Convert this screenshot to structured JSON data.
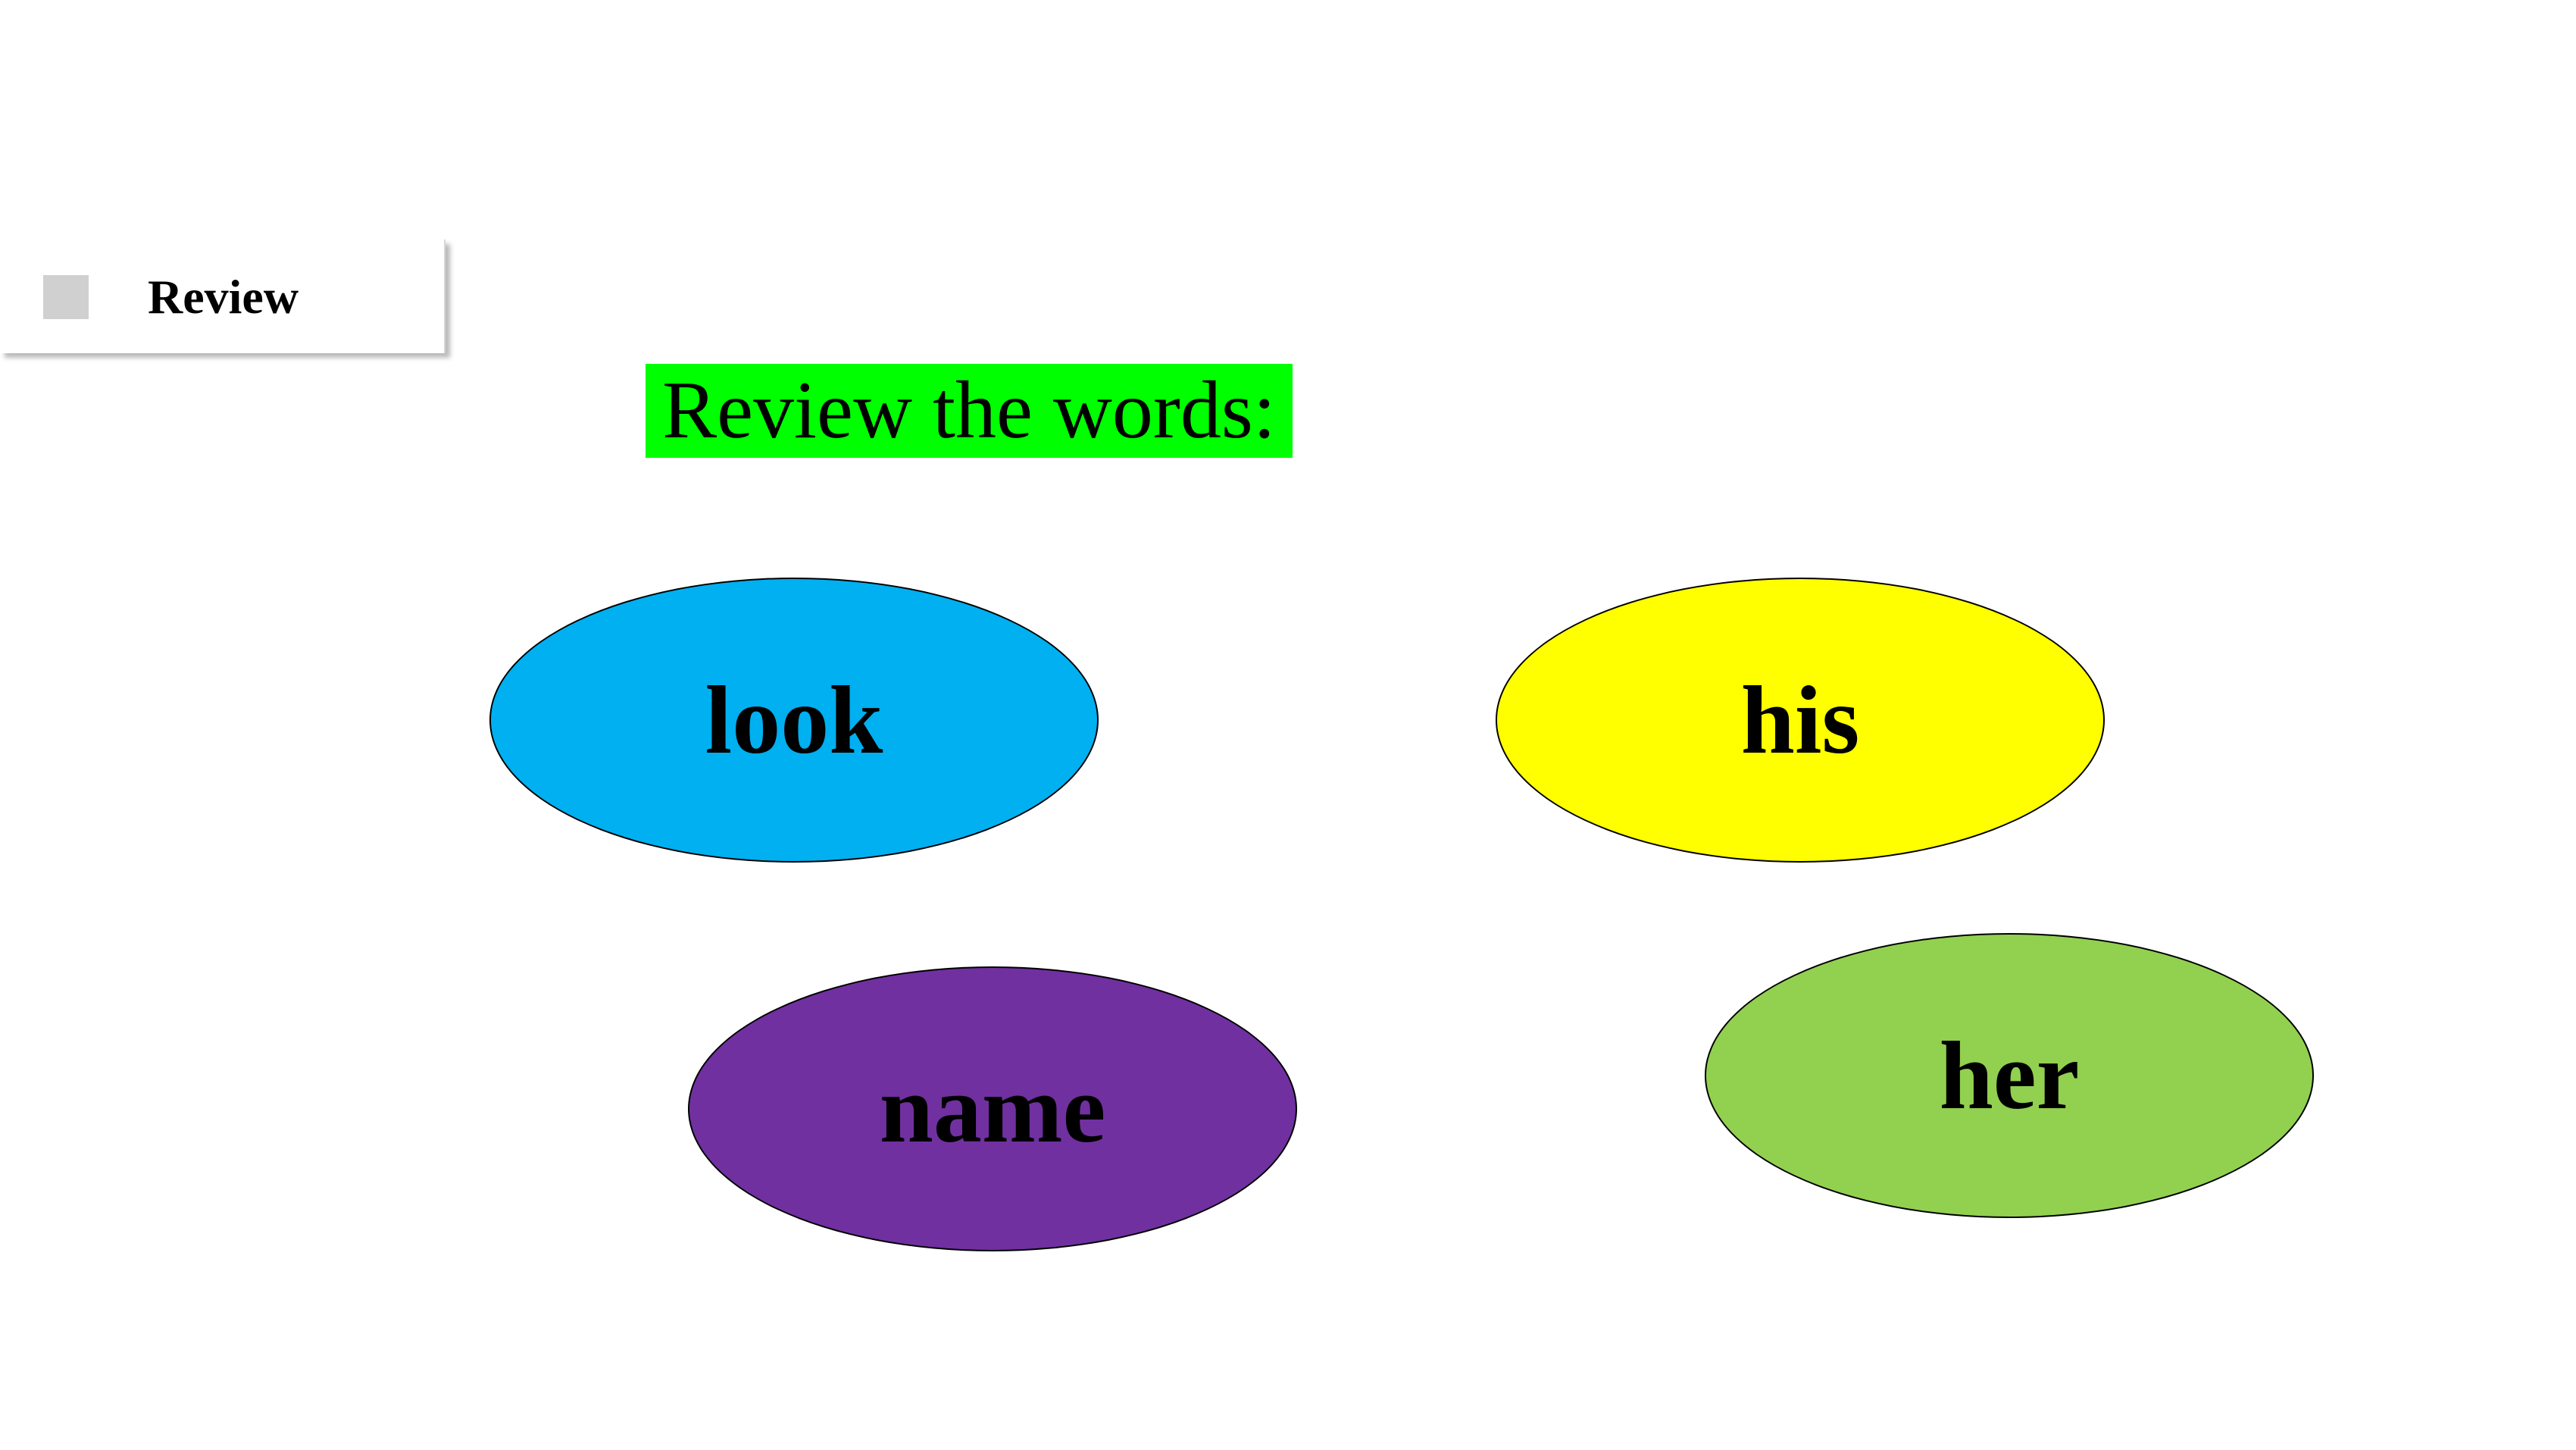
{
  "section_tab": {
    "label": "Review",
    "marker_color": "#d0d0d0"
  },
  "heading": {
    "text": "Review the words:",
    "highlight_color": "#00ff00"
  },
  "words": [
    {
      "text": "look",
      "color": "#00b0f0"
    },
    {
      "text": "his",
      "color": "#ffff00"
    },
    {
      "text": "name",
      "color": "#7030a0"
    },
    {
      "text": "her",
      "color": "#92d050"
    }
  ]
}
